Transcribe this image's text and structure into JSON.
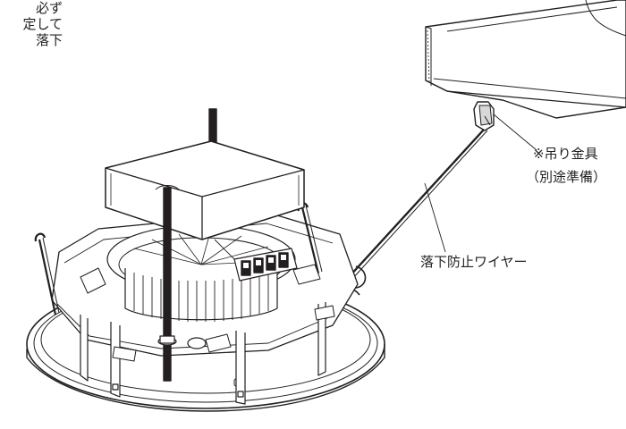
{
  "side_note": {
    "lines": [
      "必ず",
      "定して",
      "落下"
    ]
  },
  "labels": {
    "hanging_bracket": [
      "※吊り金具",
      "（別途準備）"
    ],
    "safety_wire": "落下防止ワイヤー"
  },
  "colors": {
    "line": "#231f20",
    "fill": "#ffffff",
    "shade": "#d8d8d8"
  }
}
